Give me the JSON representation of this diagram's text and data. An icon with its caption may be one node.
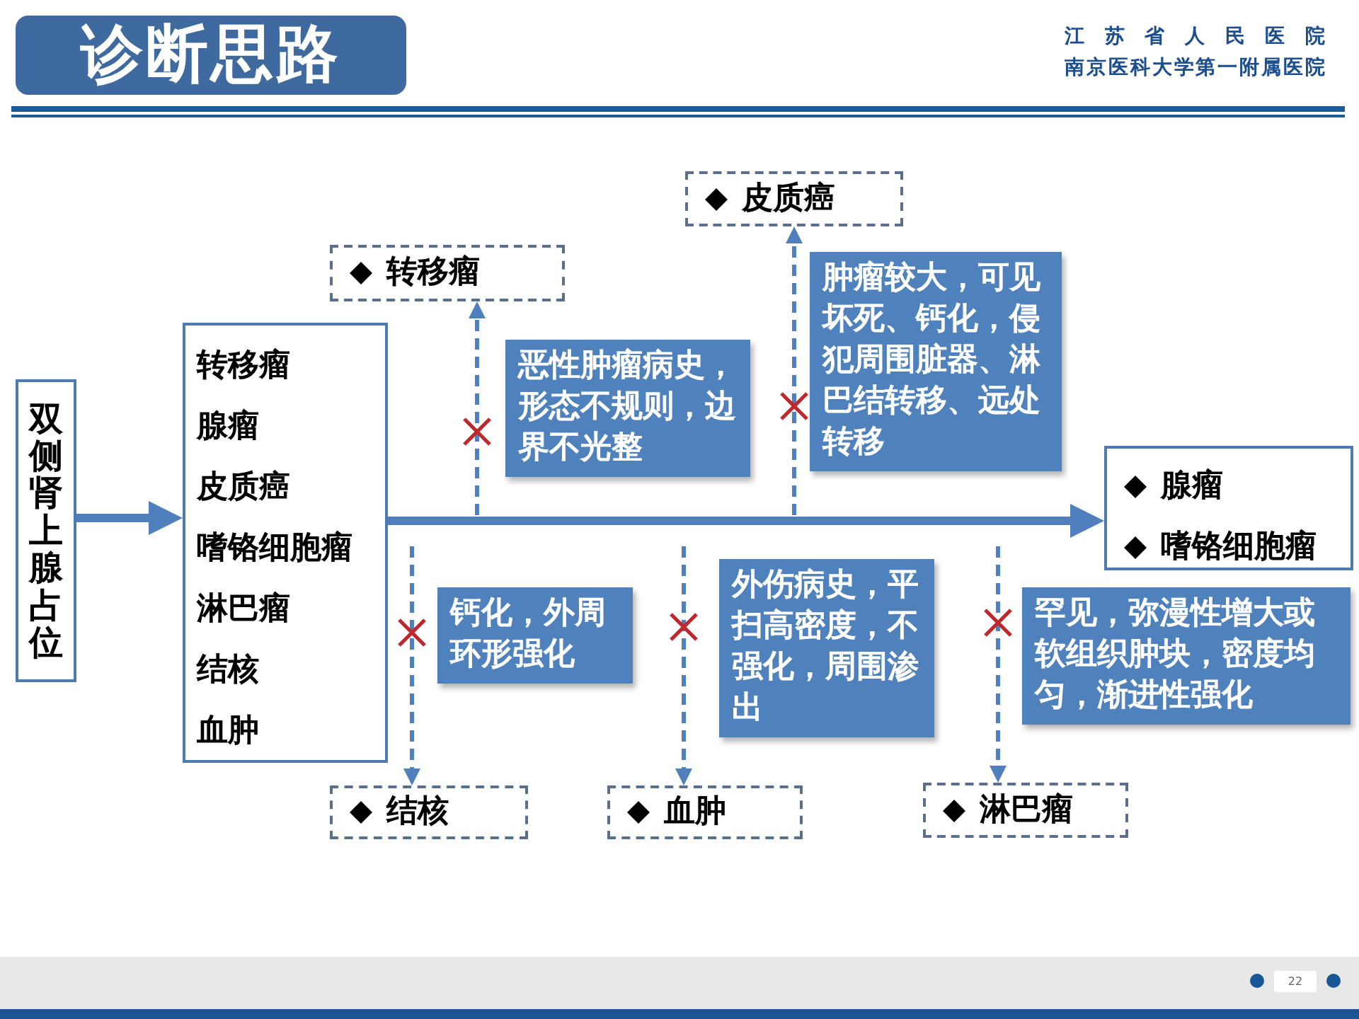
{
  "diagram": {
    "title": "诊断思路",
    "nodes": [
      {
        "text": [
          "双侧肾上腺占位"
        ]
      },
      {
        "text": [
          "转移瘤",
          "腺瘤",
          "皮质癌",
          "嗜铬细胞瘤",
          "淋巴瘤",
          "结核",
          "血肿"
        ]
      },
      {
        "text": [
          "转移瘤"
        ]
      },
      {
        "text": [
          "恶性肿瘤病史，形态不规则，边界不光整"
        ]
      },
      {
        "text": [
          "皮质癌"
        ]
      },
      {
        "text": [
          "肿瘤较大，可见坏死、钙化，侵犯周围脏器、淋巴结转移、远处转移"
        ]
      },
      {
        "text": [
          "腺瘤",
          "嗜铬细胞瘤"
        ]
      },
      {
        "text": [
          "钙化，外周环形强化"
        ]
      },
      {
        "text": [
          "结核"
        ]
      },
      {
        "text": [
          "外伤病史，平扫高密度，不强化，周围渗出"
        ]
      },
      {
        "text": [
          "血肿"
        ]
      },
      {
        "text": [
          "罕见，弥漫性增大或软组织肿块，密度均匀，渐进性强化"
        ]
      },
      {
        "text": [
          "淋巴瘤"
        ]
      }
    ],
    "edges": [
      {
        "from": 0,
        "to": 1,
        "arrow": "to",
        "style": "thick"
      },
      {
        "from": 1,
        "to": 6,
        "arrow": "to",
        "style": "thick"
      },
      {
        "from": null,
        "to": 2,
        "arrow": "to",
        "style": "dashed"
      },
      {
        "from": null,
        "to": 4,
        "arrow": "to",
        "style": "dashed"
      },
      {
        "from": null,
        "to": 8,
        "arrow": "to",
        "style": "dashed"
      },
      {
        "from": null,
        "to": 10,
        "arrow": "to",
        "style": "dashed"
      },
      {
        "from": null,
        "to": 12,
        "arrow": "to",
        "style": "dashed"
      }
    ],
    "labels": [
      "江苏省人民医院",
      "南京医科大学第一附属医院",
      "22"
    ]
  }
}
